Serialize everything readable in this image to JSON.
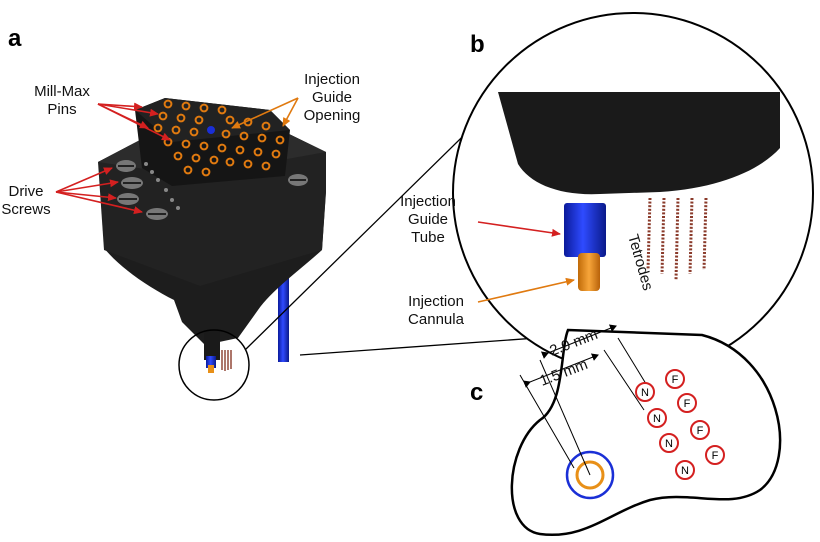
{
  "panels": {
    "a": "a",
    "b": "b",
    "c": "c"
  },
  "labels": {
    "mill_max": [
      "Mill-Max",
      "Pins"
    ],
    "injection_guide_opening": [
      "Injection",
      "Guide",
      "Opening"
    ],
    "drive_screws": [
      "Drive",
      "Screws"
    ],
    "injection_guide_tube": [
      "Injection",
      "Guide",
      "Tube"
    ],
    "injection_cannula": [
      "Injection",
      "Cannula"
    ],
    "tetrodes": "Tetrodes"
  },
  "measurements": {
    "outer": "2.0 mm",
    "inner": "1.5 mm"
  },
  "electrode_markers": [
    "N",
    "F",
    "N",
    "F",
    "N",
    "F",
    "N",
    "F"
  ],
  "colors": {
    "arrow_red": "#d42020",
    "arrow_orange": "#e07a10",
    "guide_blue": "#1a2fd6",
    "cannula_orange": "#e89018",
    "drive_body": "#1a1a1a",
    "tetrode_brown": "#8a3a2a"
  }
}
